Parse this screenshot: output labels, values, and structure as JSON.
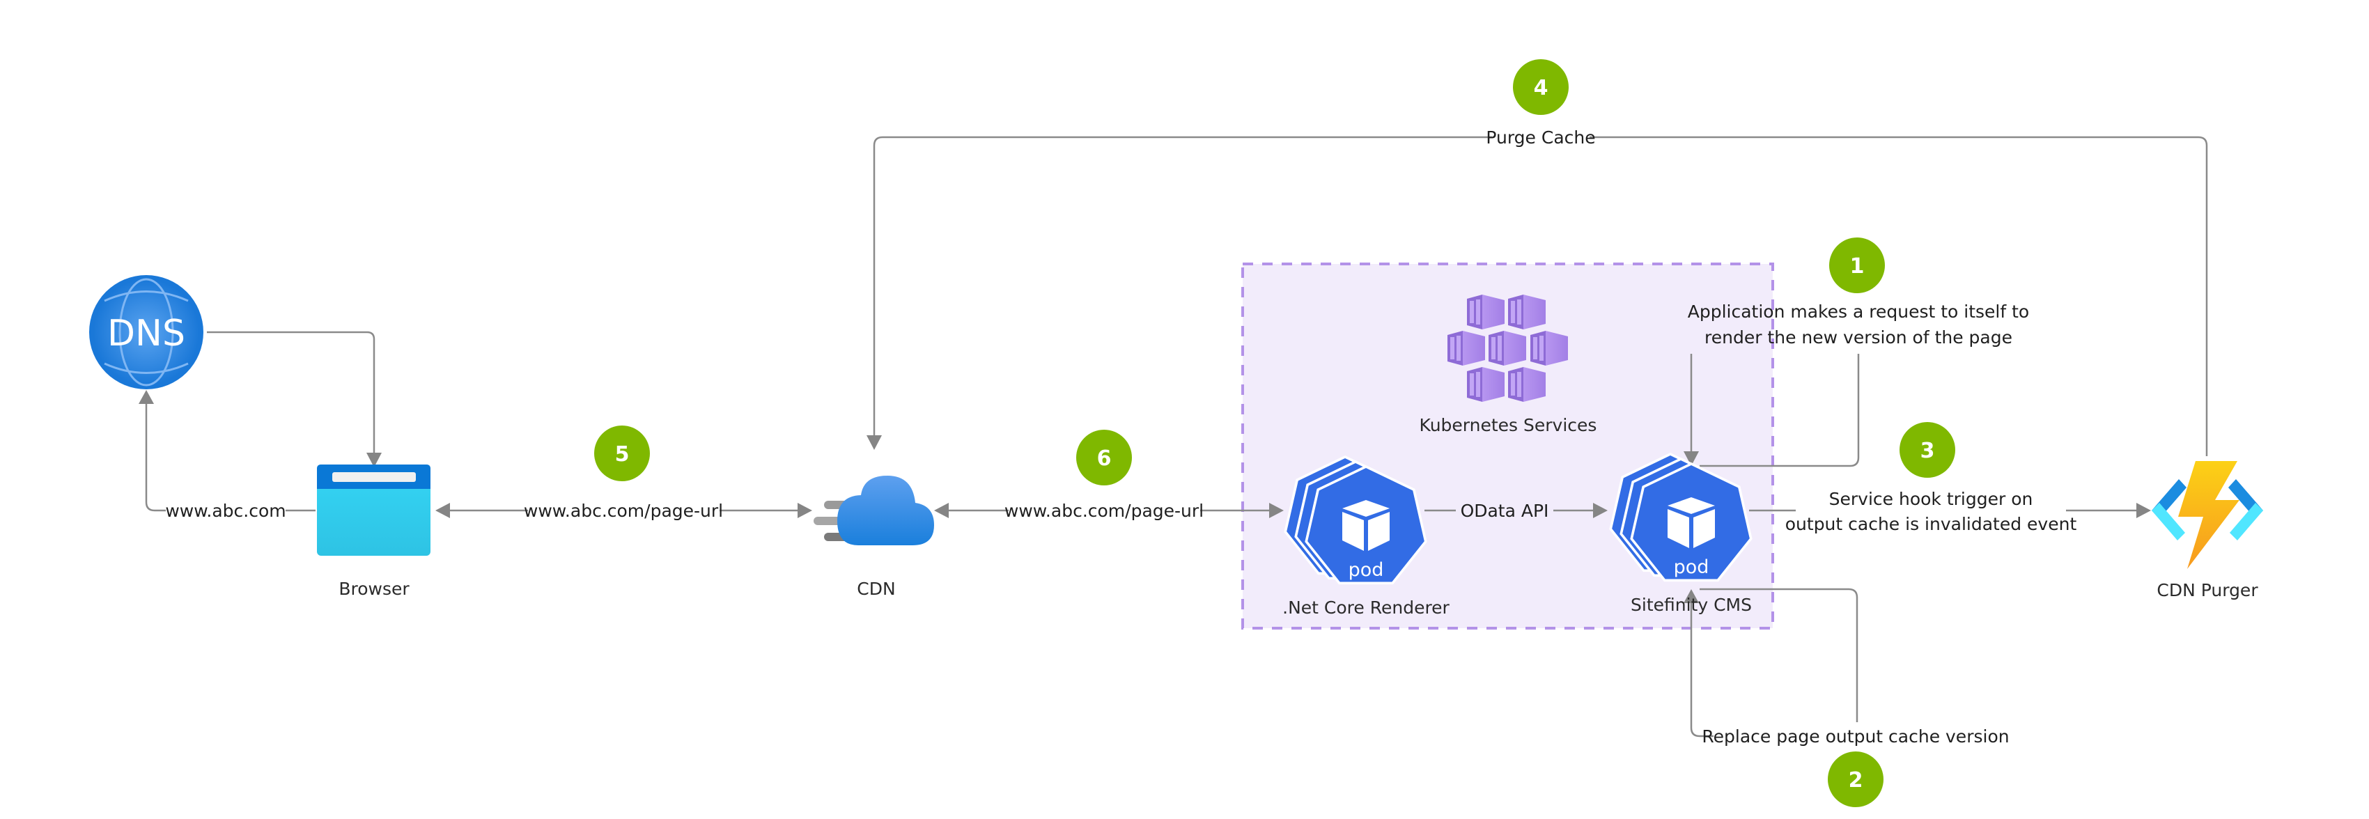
{
  "diagram": {
    "colors": {
      "badge": "#7fb800",
      "connector": "#8a8a8a",
      "k8s_fill": "#f2ecfb",
      "k8s_border": "#b392e8",
      "pod_blue": "#326ce5",
      "dns_blue": "#1a7fdc",
      "browser_header": "#0a78d6",
      "browser_body": "#33d3f2",
      "cdn_blue": "#2f8ae6",
      "bolt_yellow": "#fcb614",
      "bracket_blue": "#1b8ce0",
      "bracket_light": "#50e6ff"
    },
    "nodes": {
      "dns": {
        "label": "DNS",
        "icon": "dns-globe-icon"
      },
      "browser": {
        "label": "Browser",
        "icon": "browser-window-icon"
      },
      "cdn": {
        "label": "CDN",
        "icon": "cdn-cloud-icon"
      },
      "kubernetes": {
        "label": "Kubernetes Services",
        "icon": "kubernetes-containers-icon"
      },
      "renderer": {
        "label": ".Net Core Renderer",
        "pod_text": "pod",
        "icon": "k8s-pod-icon"
      },
      "cms": {
        "label": "Sitefinity CMS",
        "pod_text": "pod",
        "icon": "k8s-pod-icon"
      },
      "purger": {
        "label": "CDN Purger",
        "icon": "azure-function-icon"
      }
    },
    "edges": {
      "dns_to_browser": {
        "label": ""
      },
      "browser_to_dns": {
        "label": "www.abc.com"
      },
      "browser_cdn": {
        "label": "www.abc.com/page-url"
      },
      "cdn_renderer": {
        "label": "www.abc.com/page-url"
      },
      "renderer_cms": {
        "label": "OData API"
      },
      "cms_self_request": {
        "line1": "Application makes a request to itself to",
        "line2": "render the new version of the page"
      },
      "cms_replace_cache": {
        "label": "Replace page output cache version"
      },
      "cms_to_purger": {
        "line1": "Service hook trigger on",
        "line2": "output cache is invalidated event"
      },
      "purger_to_cdn": {
        "label": "Purge Cache"
      }
    },
    "steps": [
      {
        "number": "1"
      },
      {
        "number": "2"
      },
      {
        "number": "3"
      },
      {
        "number": "4"
      },
      {
        "number": "5"
      },
      {
        "number": "6"
      }
    ]
  }
}
